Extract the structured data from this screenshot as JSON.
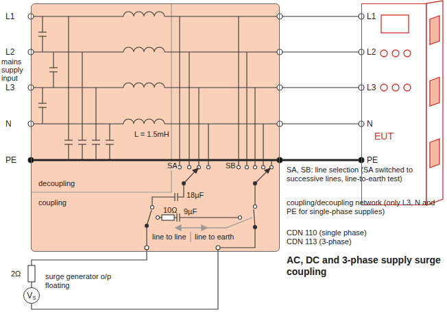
{
  "diagram": {
    "title": "AC, DC and 3-phase supply surge coupling",
    "nodes": [
      {
        "text": [
          "decoupling",
          "coupling"
        ]
      },
      {
        "text": [
          "EUT"
        ]
      },
      {
        "text": [
          "V",
          "S"
        ]
      }
    ],
    "edges": [
      {
        "from": 0,
        "to": 1,
        "arrow": "none"
      },
      {
        "from": 0,
        "to": 1,
        "arrow": "none"
      },
      {
        "from": 0,
        "to": 1,
        "arrow": "none"
      },
      {
        "from": 0,
        "to": 1,
        "arrow": "none"
      },
      {
        "from": 0,
        "to": 1,
        "arrow": "none"
      },
      {
        "from": 2,
        "to": 0,
        "arrow": "none"
      },
      {
        "from": 2,
        "to": 0,
        "arrow": "none"
      }
    ],
    "labels": [
      "L1",
      "L2",
      "L3",
      "N",
      "PE",
      "mains supply input",
      "L = 1.5mH",
      "SA",
      "SB",
      "18µF",
      "10Ω",
      "9µF",
      "line to line",
      "line to earth",
      "2Ω",
      "surge generator o/p floating",
      "L1",
      "L2",
      "L3",
      "N",
      "PE",
      "SA, SB: line selection (SA switched to successive lines, line-to-earth test)",
      "coupling/decoupling network (only L3, N and PE for single-phase supplies)",
      "CDN 110 (single phase) CDN 113 (3-phase)"
    ]
  }
}
